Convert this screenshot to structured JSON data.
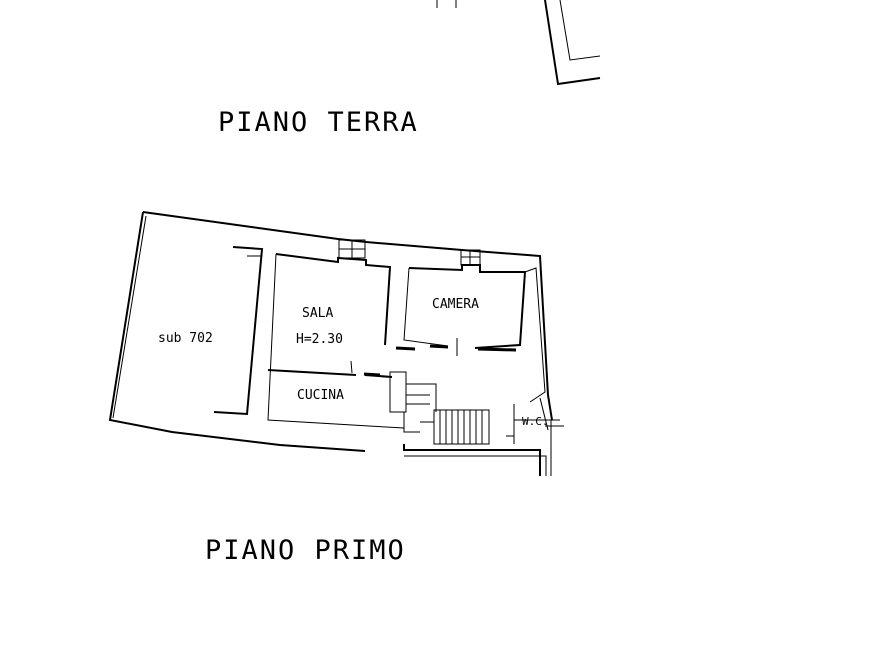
{
  "plans": {
    "ground_floor": {
      "title": "PIANO  TERRA"
    },
    "first_floor": {
      "title": "PIANO  PRIMO",
      "rooms": {
        "sub": "sub 702",
        "sala": "SALA",
        "sala_height": "H=2.30",
        "camera": "CAMERA",
        "cucina": "CUCINA",
        "wc": "W.C."
      }
    }
  }
}
